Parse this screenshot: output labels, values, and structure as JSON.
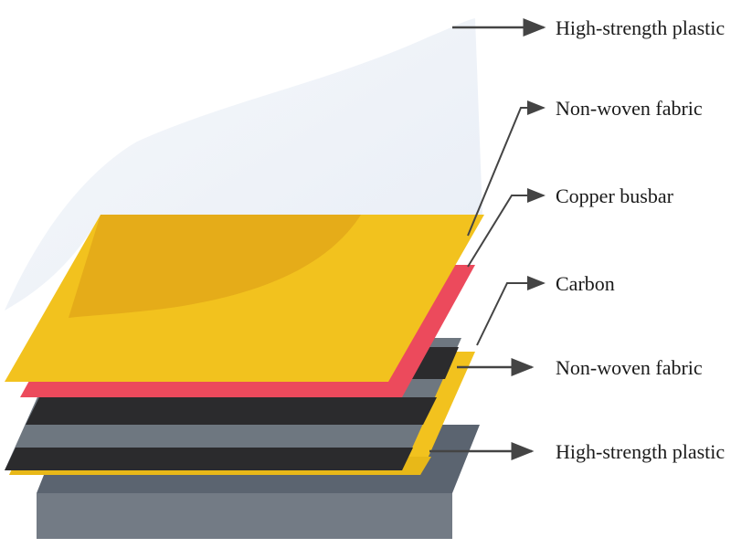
{
  "colors": {
    "plastic_top": "#dfe6f2",
    "nonwoven_yellow": "#f2c21e",
    "nonwoven_dark": "#e0a418",
    "copper": "#ec4a5c",
    "carbon_dark": "#2b2b2d",
    "carbon_grey": "#6e7780",
    "plastic_bottom": "#5b6470",
    "line": "#444444"
  },
  "labels": [
    {
      "id": "top-plastic",
      "text": "High-strength plastic"
    },
    {
      "id": "top-nonwoven",
      "text": "Non-woven fabric"
    },
    {
      "id": "copper",
      "text": "Copper busbar"
    },
    {
      "id": "carbon",
      "text": "Carbon"
    },
    {
      "id": "bottom-nonwoven",
      "text": "Non-woven fabric"
    },
    {
      "id": "bottom-plastic",
      "text": "High-strength plastic"
    }
  ]
}
